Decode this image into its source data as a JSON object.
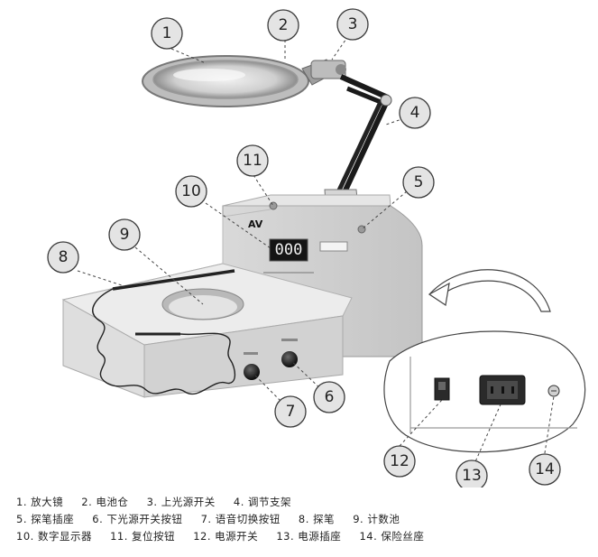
{
  "callouts": {
    "c1": "1",
    "c2": "2",
    "c3": "3",
    "c4": "4",
    "c5": "5",
    "c6": "6",
    "c7": "7",
    "c8": "8",
    "c9": "9",
    "c10": "10",
    "c11": "11",
    "c12": "12",
    "c13": "13",
    "c14": "14"
  },
  "device": {
    "display_digits": "000",
    "brand_mark": "AV"
  },
  "legend": {
    "row1": [
      "1. 放大镜",
      "2. 电池仓",
      "3. 上光源开关",
      "4. 调节支架"
    ],
    "row2": [
      "5. 探笔插座",
      "6. 下光源开关按钮",
      "7. 语音切换按钮",
      "8. 探笔",
      "9. 计数池"
    ],
    "row3": [
      "10. 数字显示器",
      "11. 复位按钮",
      "12. 电源开关",
      "13. 电源插座",
      "14. 保险丝座"
    ]
  }
}
